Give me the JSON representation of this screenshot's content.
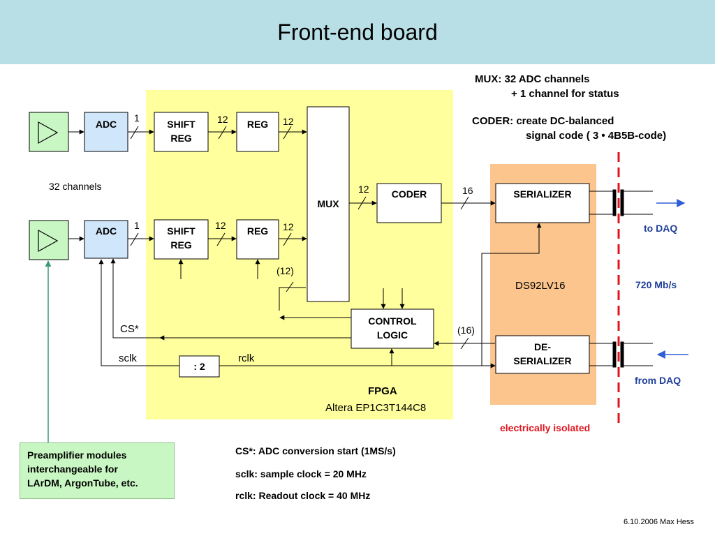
{
  "title": "Front-end board",
  "notes": {
    "mux_line1": "MUX:  32 ADC channels",
    "mux_line2": "+ 1 channel for status",
    "coder_line1": "CODER:  create DC-balanced",
    "coder_line2": "signal code ( 3 • 4B5B-code)"
  },
  "blocks": {
    "adc": "ADC",
    "shift_reg_1": "SHIFT",
    "shift_reg_2": "REG",
    "reg": "REG",
    "mux": "MUX",
    "coder": "CODER",
    "serializer": "SERIALIZER",
    "control_logic_1": "CONTROL",
    "control_logic_2": "LOGIC",
    "deserializer_1": "DE-",
    "deserializer_2": "SERIALIZER",
    "divider": ": 2",
    "fpga_label": "FPGA",
    "fpga_part": "Altera  EP1C3T144C8",
    "serdes_part": "DS92LV16"
  },
  "bus_widths": {
    "adc_to_shift": "1",
    "shift_to_reg": "12",
    "reg_to_mux": "12",
    "mux_to_coder": "12",
    "coder_to_serializer": "16",
    "feedback": "(12)",
    "deserializer_out": "(16)"
  },
  "signals": {
    "channels": "32 channels",
    "cs": "CS*",
    "sclk": "sclk",
    "rclk": "rclk",
    "to_daq": "to DAQ",
    "rate": "720 Mb/s",
    "from_daq": "from DAQ",
    "isolated": "electrically isolated"
  },
  "legend": {
    "cs": "CS*:  ADC conversion start  (1MS/s)",
    "sclk": "sclk:   sample clock = 20 MHz",
    "rclk": "rclk:   Readout clock = 40 MHz"
  },
  "preamp_note": {
    "line1": "Preamplifier modules",
    "line2": "interchangeable for",
    "line3": "LArDM, ArgonTube, etc."
  },
  "footer": "6.10.2006  Max Hess",
  "colors": {
    "header": "#b9dfe6",
    "fpga": "#ffff9e",
    "serdes": "#fbc58d",
    "adc": "#cfe6fb",
    "preamp": "#c9f7c3",
    "isolation_line": "#e0141e",
    "daq_arrow": "#2f5fd6",
    "preamp_link": "#3a9a73"
  }
}
